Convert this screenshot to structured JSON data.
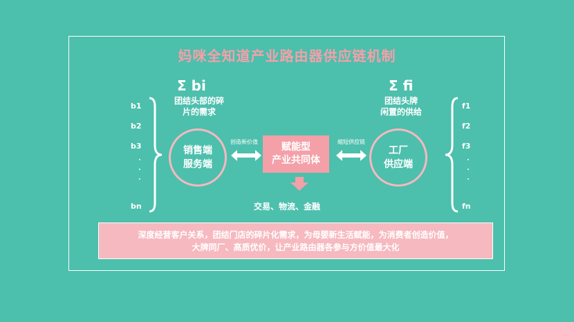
{
  "title": "妈咪全知道产业路由器供应链机制",
  "left": {
    "sum": "Σ bi",
    "desc_lines": [
      "团结头部的碎",
      "片的需求"
    ],
    "indices": [
      "b1",
      "b2",
      "b3",
      "bn"
    ],
    "circle_lines": [
      "销售端",
      "服务端"
    ],
    "arrow_label": "创造新价值"
  },
  "right": {
    "sum": "Σ fi",
    "desc_lines": [
      "团结头牌",
      "闲置的供给"
    ],
    "indices": [
      "f1",
      "f2",
      "f3",
      "fn"
    ],
    "circle_lines": [
      "工厂",
      "供应端"
    ],
    "arrow_label": "缩短供应链"
  },
  "center": {
    "lines": [
      "赋能型",
      "产业共同体"
    ]
  },
  "trade": "交易、物流、金融",
  "banner": {
    "lines": [
      "深度经营客户关系，团结门店的碎片化需求，为母婴新生活赋能，为消费者创造价值，",
      "大牌同厂、高质优价，让产业路由器各参与方价值最大化"
    ]
  },
  "colors": {
    "background": "#4dbfad",
    "pink": "#f4a0a8",
    "light_pink": "#f6b9bf",
    "text": "#ffffff"
  }
}
